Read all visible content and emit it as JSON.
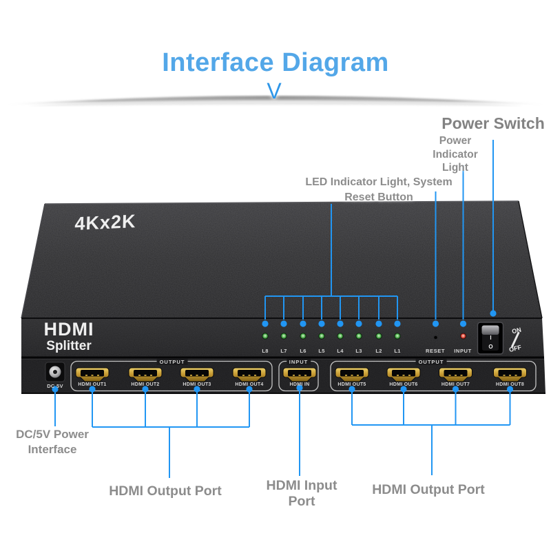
{
  "title": "Interface Diagram",
  "chevron": "V",
  "colors": {
    "accent_blue": "#2196f3",
    "title_blue": "#53a7e8",
    "label_gray": "#8c8c8c"
  },
  "callouts": {
    "power_switch": "Power Switch",
    "power_indicator": [
      "Power",
      "Indicator",
      "Light"
    ],
    "led_reset": [
      "LED Indicator Light, System",
      "Reset Button"
    ],
    "dc_power": [
      "DC/5V Power",
      "Interface"
    ],
    "output_left": "HDMI Output Port",
    "hdmi_input": [
      "HDMI Input",
      "Port"
    ],
    "output_right": "HDMI Output Port"
  },
  "device": {
    "top_label": "4Kx2K",
    "brand_line1": "HDMI",
    "brand_line2": "Splitter",
    "led_labels": [
      "L8",
      "L7",
      "L6",
      "L5",
      "L4",
      "L3",
      "L2",
      "L1"
    ],
    "reset_label": "RESET",
    "input_label": "INPUT",
    "switch_on": "ON",
    "switch_off": "OFF",
    "switch_i": "I",
    "switch_o": "O",
    "dc_port_label": "DC 5V",
    "group_labels": [
      "OUTPUT",
      "INPUT",
      "OUTPUT"
    ],
    "ports": [
      "HDMI OUT1",
      "HDMI OUT2",
      "HDMI OUT3",
      "HDMI OUT4",
      "HDMI IN",
      "HDMI OUT5",
      "HDMI OUT6",
      "HDMI OUT7",
      "HDMI OUT8"
    ]
  }
}
